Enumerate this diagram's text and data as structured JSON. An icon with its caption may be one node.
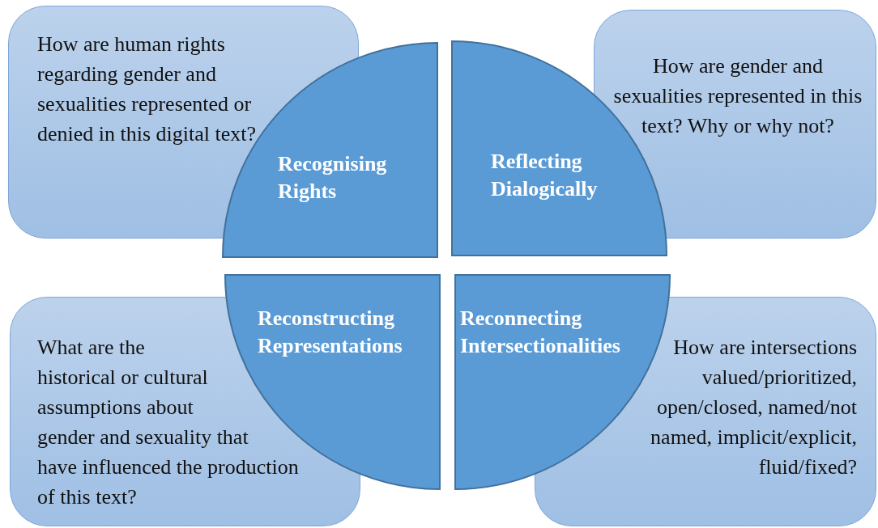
{
  "diagram": {
    "nodes": [
      {
        "text": [
          "How are human rights regarding gender and sexualities represented or denied in this digital text?"
        ]
      },
      {
        "text": [
          "How are gender and sexualities represented in this text? Why or why not?"
        ]
      },
      {
        "text": [
          "What are the historical or cultural assumptions about gender and sexuality that have influenced the production of this text?"
        ]
      },
      {
        "text": [
          "How are intersections valued/prioritized, open/closed, named/not named, implicit/explicit, fluid/fixed?"
        ]
      },
      {
        "text": [
          "Recognising Rights"
        ]
      },
      {
        "text": [
          "Reflecting Dialogically"
        ]
      },
      {
        "text": [
          "Reconstructing Representations"
        ]
      },
      {
        "text": [
          "Reconnecting Intersectionalities"
        ]
      }
    ]
  }
}
